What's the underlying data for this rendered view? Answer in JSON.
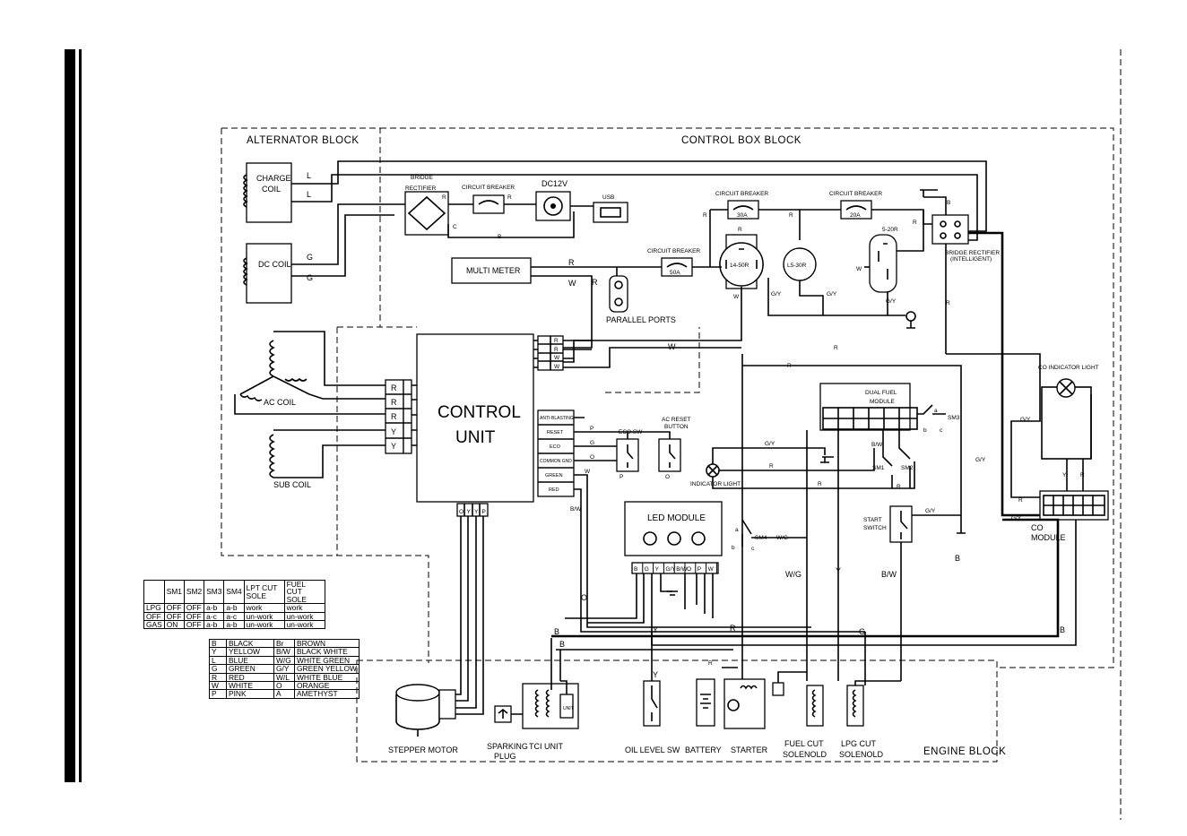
{
  "blocks": {
    "alternator": "ALTERNATOR BLOCK",
    "control_box": "CONTROL BOX BLOCK",
    "engine": "ENGINE BLOCK"
  },
  "components": {
    "charge_coil_1": "CHARGE",
    "charge_coil_2": "COIL",
    "dc_coil": "DC COIL",
    "ac_coil": "AC COIL",
    "sub_coil": "SUB COIL",
    "bridge_rectifier_1": "BRIDGE",
    "bridge_rectifier_2": "RECTIFIER",
    "circuit_breaker_1": "CIRCUIT BREAKER",
    "circuit_breaker_2": "CIRCUIT BREAKER",
    "circuit_breaker_3": "CIRCUIT BREAKER",
    "circuit_breaker_4": "CIRCUIT BREAKER",
    "dc12v": "DC12V",
    "usb": "USB",
    "cb_30a": "30A",
    "cb_20a": "20A",
    "cb_50a": "50A",
    "outlet_14_50r": "14-50R",
    "outlet_l5_30r": "L5-30R",
    "outlet_5_20r": "5-20R",
    "bridge_rect_intel_1": "BRIDGE RECTIFIER",
    "bridge_rect_intel_2": "(INTELLIGENT)",
    "multi_meter": "MULTI METER",
    "parallel_ports": "PARALLEL PORTS",
    "control_unit_1": "CONTROL",
    "control_unit_2": "UNIT",
    "anti_blasting": "ANTI-BLASTING",
    "reset": "RESET",
    "eco": "ECO",
    "common_gnd": "COMMON GND",
    "green": "GREEN",
    "red": "RED",
    "eco_sw": "ECO.SW",
    "ac_reset_1": "AC RESET",
    "ac_reset_2": "BUTTON",
    "dual_fuel_1": "DUAL FUEL",
    "dual_fuel_2": "MODULE",
    "co_indicator": "CO INDICATOR LIGHT",
    "indicator_light": "INDICATOR LIGHT",
    "led_module": "LED MODULE",
    "start_switch_1": "START",
    "start_switch_2": "SWITCH",
    "co_module_1": "CO",
    "co_module_2": "MODULE",
    "stepper_motor": "STEPPER MOTOR",
    "sparking_plug_1": "SPARKING",
    "sparking_plug_2": "PLUG",
    "tci_unit": "TCI UNIT",
    "unit": "UNIT",
    "oil_level_sw": "OIL LEVEL SW",
    "battery": "BATTERY",
    "starter": "STARTER",
    "fuel_cut_1": "FUEL CUT",
    "fuel_cut_2": "SOLENOLD",
    "lpg_cut_1": "LPG CUT",
    "lpg_cut_2": "SOLENOLD"
  },
  "switch_labels": {
    "sm1": "SM1",
    "sm2": "SM2",
    "sm3": "SM3",
    "sm4": "SM4",
    "a": "a",
    "b": "b",
    "c": "c"
  },
  "wire_labels": {
    "L": "L",
    "G": "G",
    "R": "R",
    "W": "W",
    "B": "B",
    "C": "C",
    "Y": "Y",
    "O": "O",
    "P": "P",
    "GY": "G/Y",
    "BW": "B/W",
    "WG": "W/G"
  },
  "led_pins": [
    "B",
    "G",
    "Y",
    "G/Y",
    "B/W",
    "O",
    "P",
    "W"
  ],
  "cu_pins": [
    "O",
    "Y",
    "Y",
    "P"
  ],
  "switch_table": {
    "headers": [
      "",
      "SM1",
      "SM2",
      "SM3",
      "SM4",
      "LPT CUT SOLE",
      "FUEL CUT SOLE"
    ],
    "rows": [
      [
        "LPG",
        "OFF",
        "OFF",
        "a-b",
        "a-b",
        "work",
        "work"
      ],
      [
        "OFF",
        "OFF",
        "OFF",
        "a-c",
        "a-c",
        "un-work",
        "un-work"
      ],
      [
        "GAS",
        "ON",
        "OFF",
        "a-b",
        "a-b",
        "un-work",
        "un-work"
      ]
    ]
  },
  "color_table": {
    "rows": [
      [
        "B",
        "BLACK",
        "Br",
        "BROWN"
      ],
      [
        "Y",
        "YELLOW",
        "B/W",
        "BLACK WHITE"
      ],
      [
        "L",
        "BLUE",
        "W/G",
        "WHITE GREEN"
      ],
      [
        "G",
        "GREEN",
        "G/Y",
        "GREEN YELLOW"
      ],
      [
        "R",
        "RED",
        "W/L",
        "WHITE BLUE"
      ],
      [
        "W",
        "WHITE",
        "O",
        "ORANGE"
      ],
      [
        "P",
        "PINK",
        "A",
        "AMETHYST"
      ]
    ]
  }
}
